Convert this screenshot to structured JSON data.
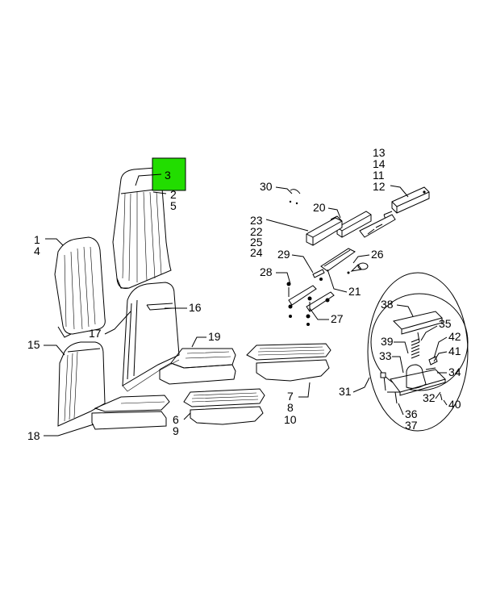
{
  "highlight": {
    "label": "3",
    "color": "#22dd00"
  },
  "callouts": [
    {
      "id": "1",
      "text": "1"
    },
    {
      "id": "4",
      "text": "4"
    },
    {
      "id": "2",
      "text": "2"
    },
    {
      "id": "5",
      "text": "5"
    },
    {
      "id": "13",
      "text": "13"
    },
    {
      "id": "14",
      "text": "14"
    },
    {
      "id": "11",
      "text": "11"
    },
    {
      "id": "12",
      "text": "12"
    },
    {
      "id": "30",
      "text": "30"
    },
    {
      "id": "20",
      "text": "20"
    },
    {
      "id": "23",
      "text": "23"
    },
    {
      "id": "22",
      "text": "22"
    },
    {
      "id": "25",
      "text": "25"
    },
    {
      "id": "24",
      "text": "24"
    },
    {
      "id": "29",
      "text": "29"
    },
    {
      "id": "26",
      "text": "26"
    },
    {
      "id": "28",
      "text": "28"
    },
    {
      "id": "21",
      "text": "21"
    },
    {
      "id": "16",
      "text": "16"
    },
    {
      "id": "17",
      "text": "17"
    },
    {
      "id": "27",
      "text": "27"
    },
    {
      "id": "38",
      "text": "38"
    },
    {
      "id": "35",
      "text": "35"
    },
    {
      "id": "42",
      "text": "42"
    },
    {
      "id": "39",
      "text": "39"
    },
    {
      "id": "41",
      "text": "41"
    },
    {
      "id": "15",
      "text": "15"
    },
    {
      "id": "19",
      "text": "19"
    },
    {
      "id": "33",
      "text": "33"
    },
    {
      "id": "34",
      "text": "34"
    },
    {
      "id": "7",
      "text": "7"
    },
    {
      "id": "8",
      "text": "8"
    },
    {
      "id": "10",
      "text": "10"
    },
    {
      "id": "31",
      "text": "31"
    },
    {
      "id": "32",
      "text": "32"
    },
    {
      "id": "40",
      "text": "40"
    },
    {
      "id": "36",
      "text": "36"
    },
    {
      "id": "37",
      "text": "37"
    },
    {
      "id": "6",
      "text": "6"
    },
    {
      "id": "9",
      "text": "9"
    },
    {
      "id": "18",
      "text": "18"
    }
  ]
}
